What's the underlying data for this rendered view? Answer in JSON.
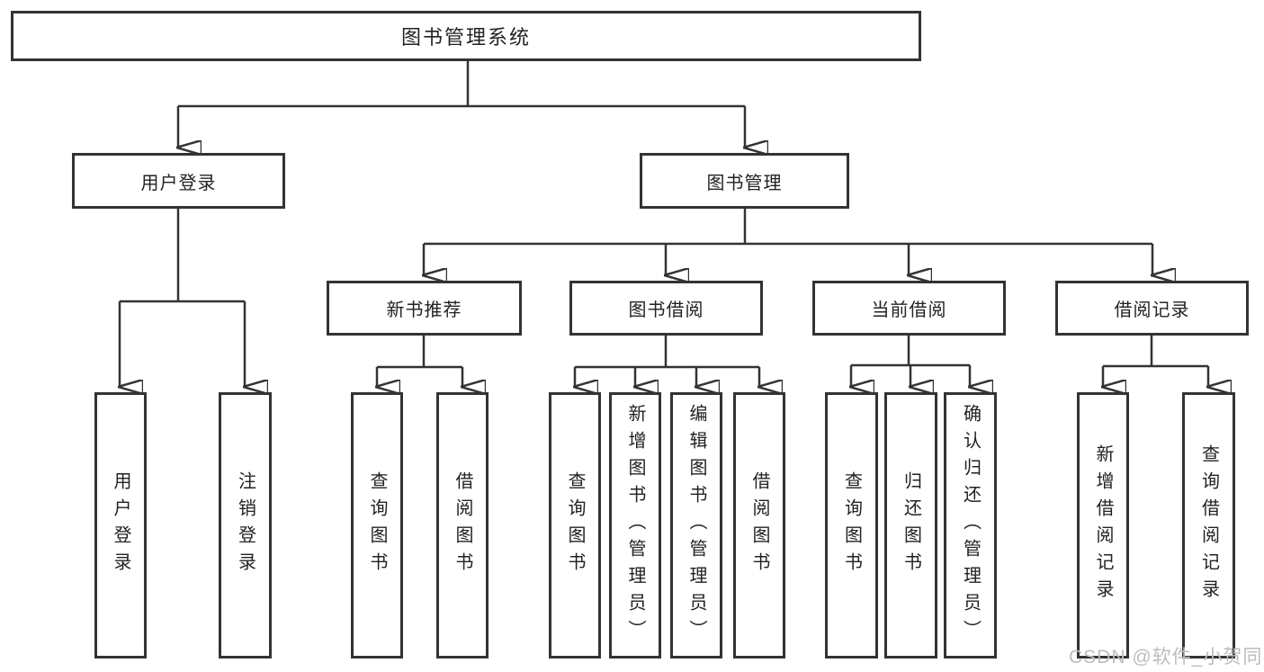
{
  "diagram": {
    "title": "图书管理系统",
    "branches": [
      {
        "label": "用户登录",
        "children": [
          {
            "label": "用户登录"
          },
          {
            "label": "注销登录"
          }
        ]
      },
      {
        "label": "图书管理",
        "children": [
          {
            "label": "新书推荐",
            "children": [
              {
                "label": "查询图书"
              },
              {
                "label": "借阅图书"
              }
            ]
          },
          {
            "label": "图书借阅",
            "children": [
              {
                "label": "查询图书"
              },
              {
                "label": "新增图书（管理员）"
              },
              {
                "label": "编辑图书（管理员）"
              },
              {
                "label": "借阅图书"
              }
            ]
          },
          {
            "label": "当前借阅",
            "children": [
              {
                "label": "查询图书"
              },
              {
                "label": "归还图书"
              },
              {
                "label": "确认归还（管理员）"
              }
            ]
          },
          {
            "label": "借阅记录",
            "children": [
              {
                "label": "新增借阅记录"
              },
              {
                "label": "查询借阅记录"
              }
            ]
          }
        ]
      }
    ]
  },
  "watermark": "CSDN @软件_小贺同学",
  "colors": {
    "line": "#333333",
    "text": "#222222",
    "watermark": "#bdbdbd",
    "background": "#ffffff"
  }
}
